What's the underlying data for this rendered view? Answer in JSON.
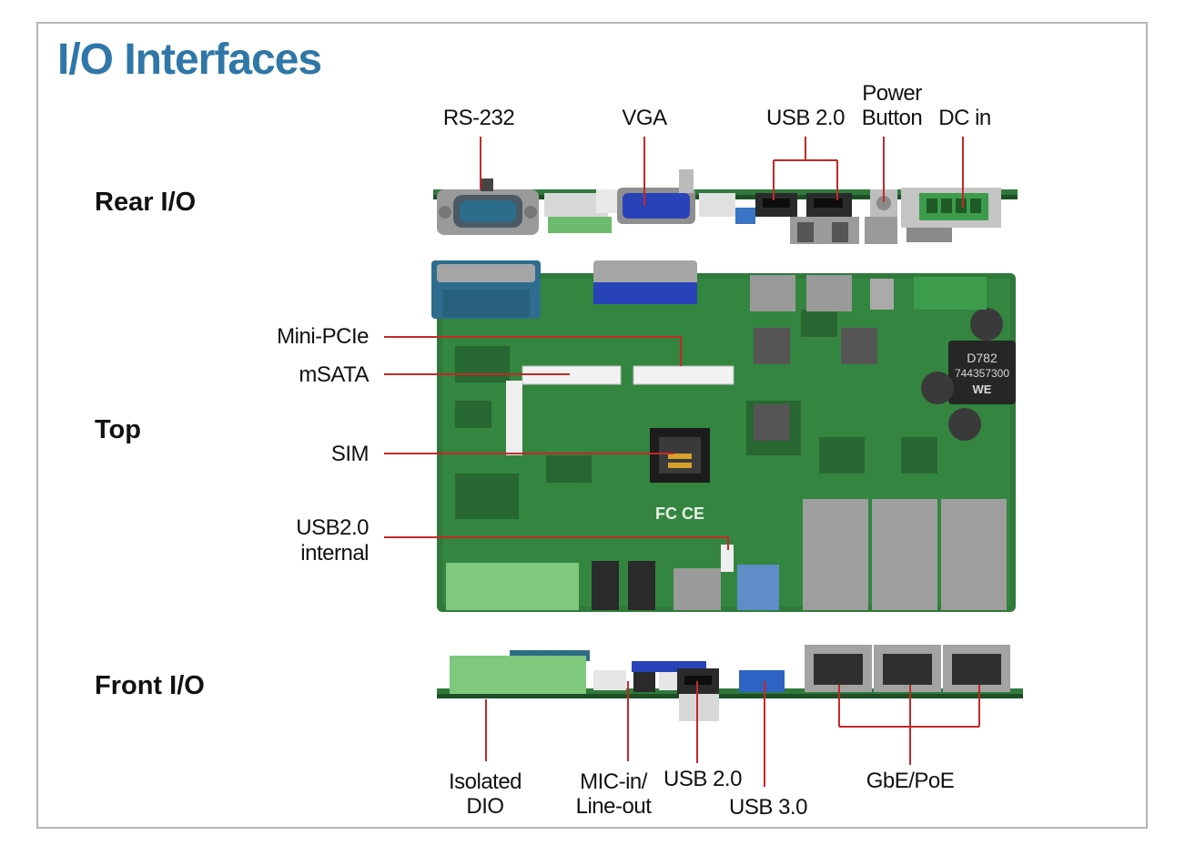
{
  "title": "I/O Interfaces",
  "sections": {
    "rear": "Rear I/O",
    "top": "Top",
    "front": "Front I/O"
  },
  "labels": {
    "rs232": "RS-232",
    "vga": "VGA",
    "usb20_rear": "USB 2.0",
    "power_button_1": "Power",
    "power_button_2": "Button",
    "dc_in": "DC in",
    "mini_pcie": "Mini-PCIe",
    "msata": "mSATA",
    "sim": "SIM",
    "usb20_internal_1": "USB2.0",
    "usb20_internal_2": "internal",
    "isolated_dio_1": "Isolated",
    "isolated_dio_2": "DIO",
    "mic_in_1": "MIC-in/",
    "mic_in_2": "Line-out",
    "usb20_front": "USB 2.0",
    "usb30": "USB 3.0",
    "gbe_poe": "GbE/PoE"
  },
  "board_markings": {
    "inductor_code": "744357300",
    "inductor_part": "D782",
    "inductor_brand": "WE",
    "fcc_ce": "FC CE"
  },
  "colors": {
    "title": "#2f77a8",
    "leader_line": "#c62828",
    "pcb": "#2f7a3a",
    "frame": "#b5b5b5"
  }
}
